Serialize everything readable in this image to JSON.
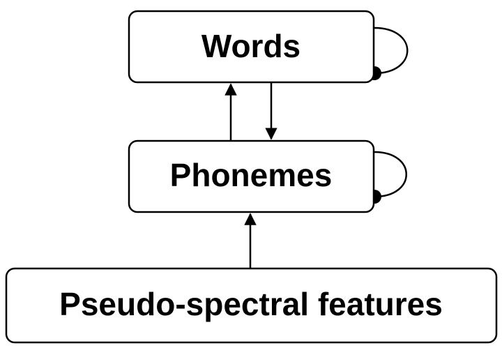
{
  "diagram": {
    "nodes": {
      "words": {
        "label": "Words"
      },
      "phonemes": {
        "label": "Phonemes"
      },
      "features": {
        "label": "Pseudo-spectral features"
      }
    },
    "edges": [
      {
        "from": "features",
        "to": "phonemes",
        "type": "excitatory"
      },
      {
        "from": "phonemes",
        "to": "words",
        "type": "excitatory"
      },
      {
        "from": "words",
        "to": "phonemes",
        "type": "excitatory"
      },
      {
        "from": "words",
        "to": "words",
        "type": "inhibitory-self"
      },
      {
        "from": "phonemes",
        "to": "phonemes",
        "type": "inhibitory-self"
      }
    ],
    "colors": {
      "stroke": "#000000",
      "fill": "#ffffff",
      "text": "#000000"
    }
  }
}
